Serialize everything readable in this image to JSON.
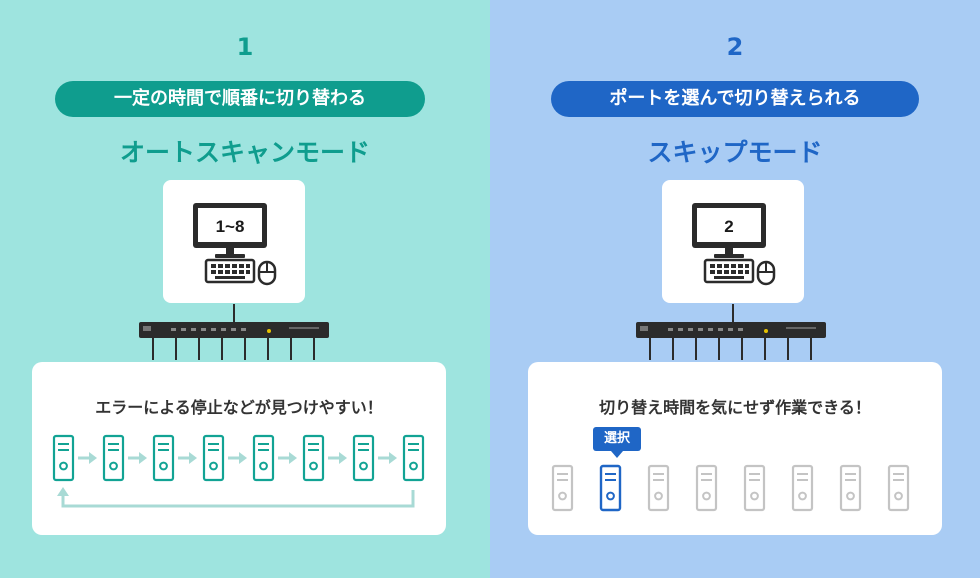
{
  "left": {
    "number": "1",
    "pill": "一定の時間で順番に切り替わる",
    "mode": "オートスキャンモード",
    "monitor_text": "1~8",
    "card_text": "エラーによる停止などが見つけやすい！",
    "colors": {
      "accent": "#0f9d8e",
      "background": "#9ee4df"
    }
  },
  "right": {
    "number": "2",
    "pill": "ポートを選んで切り替えられる",
    "mode": "スキップモード",
    "monitor_text": "2",
    "card_text": "切り替え時間を気にせず作業できる！",
    "badge": "選択",
    "selected_index": 2,
    "colors": {
      "accent": "#1f66c6",
      "background": "#a9ccf4",
      "inactive": "#c4c4c4"
    }
  },
  "icons": [
    "monitor-icon",
    "keyboard-icon",
    "mouse-icon",
    "kvm-switch-icon",
    "computer-tower-icon",
    "arrow-right-icon",
    "loop-arrow-icon"
  ]
}
